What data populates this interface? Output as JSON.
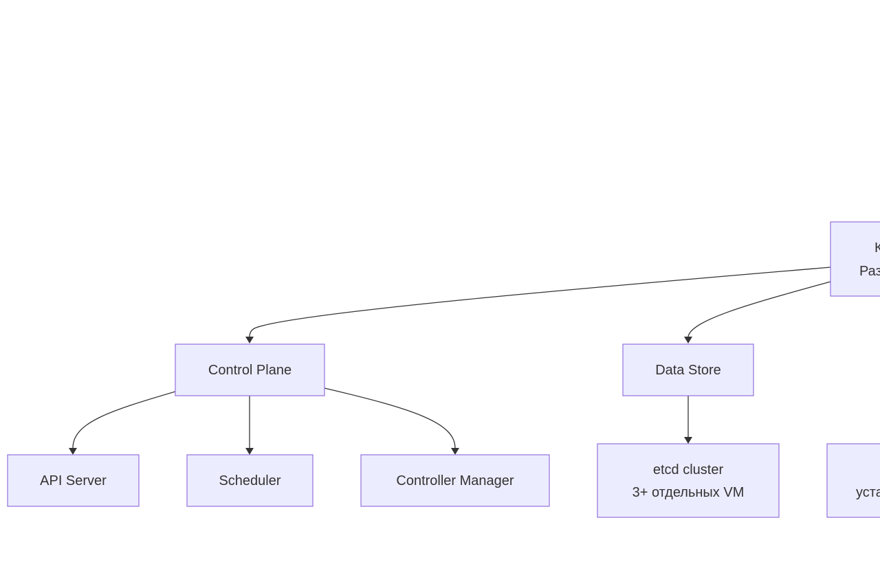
{
  "diagram": {
    "type": "flowchart",
    "colors": {
      "node_fill": "#ECECFF",
      "node_stroke": "#9370DB",
      "edge": "#333333",
      "text": "#333333"
    },
    "nodes": {
      "root": {
        "lines": [
          "К",
          "Раз"
        ],
        "clipped": true
      },
      "control_plane": {
        "lines": [
          "Control Plane"
        ]
      },
      "data_store": {
        "lines": [
          "Data Store"
        ]
      },
      "api_server": {
        "lines": [
          "API Server"
        ]
      },
      "scheduler": {
        "lines": [
          "Scheduler"
        ]
      },
      "controller_manager": {
        "lines": [
          "Controller Manager"
        ]
      },
      "etcd": {
        "lines": [
          "etcd cluster",
          "3+ отдельных VM"
        ]
      },
      "right_bottom": {
        "lines": [
          "",
          "уста"
        ],
        "clipped": true
      }
    },
    "edges": [
      {
        "from": "root",
        "to": "control_plane"
      },
      {
        "from": "root",
        "to": "data_store"
      },
      {
        "from": "control_plane",
        "to": "api_server"
      },
      {
        "from": "control_plane",
        "to": "scheduler"
      },
      {
        "from": "control_plane",
        "to": "controller_manager"
      },
      {
        "from": "data_store",
        "to": "etcd"
      }
    ]
  }
}
